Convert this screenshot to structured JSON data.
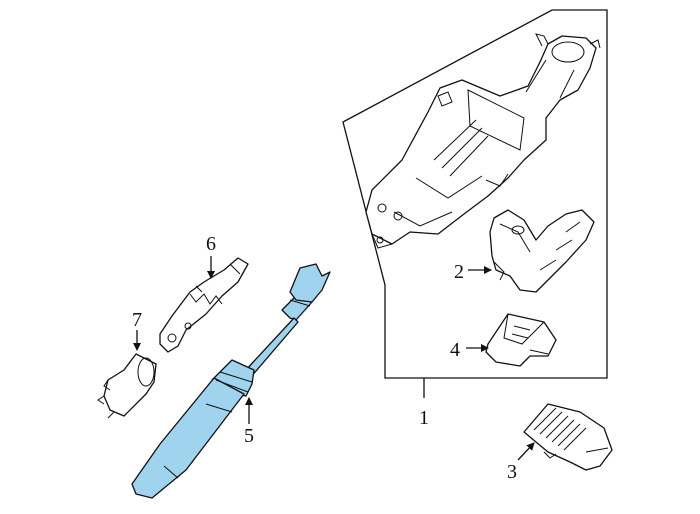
{
  "diagram": {
    "highlight_color": "#9fd3ee",
    "line_color": "#111111",
    "callouts": [
      {
        "id": "1",
        "label": "1"
      },
      {
        "id": "2",
        "label": "2"
      },
      {
        "id": "3",
        "label": "3"
      },
      {
        "id": "4",
        "label": "4"
      },
      {
        "id": "5",
        "label": "5"
      },
      {
        "id": "6",
        "label": "6"
      },
      {
        "id": "7",
        "label": "7"
      }
    ]
  }
}
